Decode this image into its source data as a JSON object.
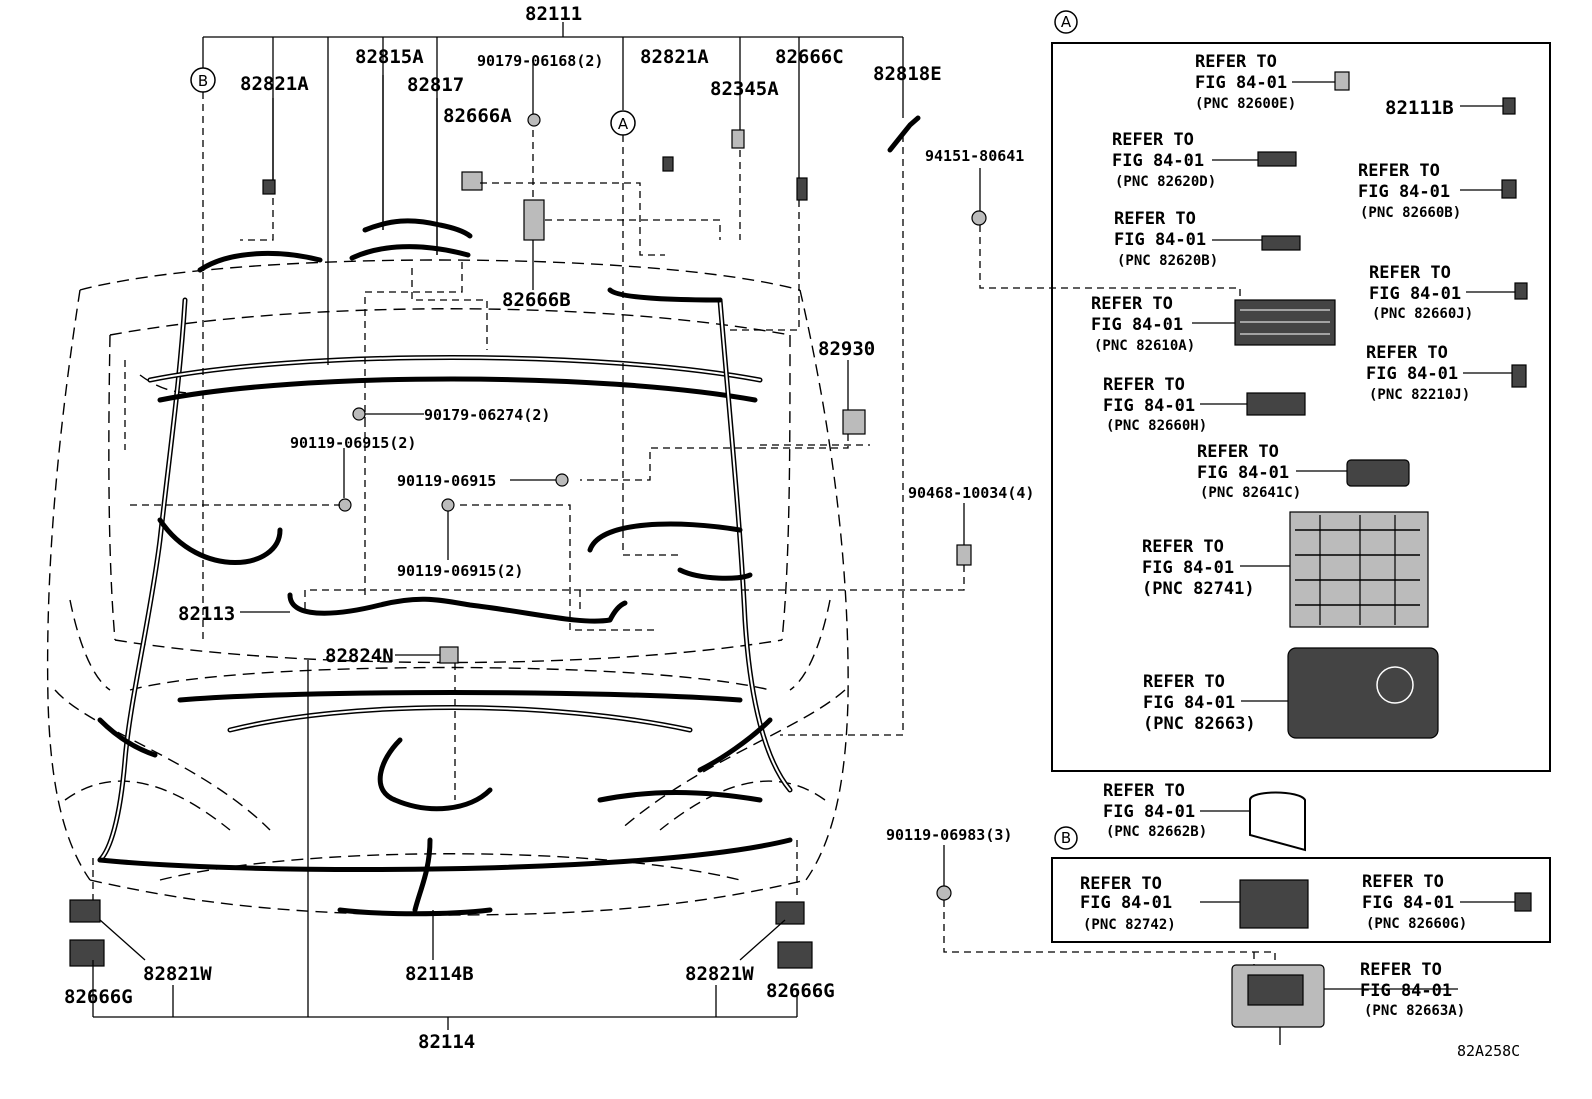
{
  "callouts": {
    "a": "A",
    "b": "B"
  },
  "labels": {
    "p82111": "82111",
    "p82821A_l": "82821A",
    "p82815A": "82815A",
    "p82817": "82817",
    "p90179_06168": "90179-06168(2)",
    "p82666A": "82666A",
    "p82821A_r": "82821A",
    "p82345A": "82345A",
    "p82666C": "82666C",
    "p82818E": "82818E",
    "p82666B": "82666B",
    "p94151_80641": "94151-80641",
    "p82930": "82930",
    "p90179_06274": "90179-06274(2)",
    "p90119_06915_2a": "90119-06915(2)",
    "p90119_06915": "90119-06915",
    "p90468_10034": "90468-10034(4)",
    "p90119_06915_2b": "90119-06915(2)",
    "p82113": "82113",
    "p82824N": "82824N",
    "p90119_06983": "90119-06983(3)",
    "p82821W_l": "82821W",
    "p82821W_r": "82821W",
    "p82666G_l": "82666G",
    "p82666G_r": "82666G",
    "p82114B": "82114B",
    "p82114": "82114",
    "p82111B": "82111B",
    "figure_code": "82A258C"
  },
  "refer": {
    "line1": "REFER TO",
    "line2": "FIG 84-01",
    "pnc_82600E": "(PNC 82600E)",
    "pnc_82620D": "(PNC 82620D)",
    "pnc_82660B": "(PNC 82660B)",
    "pnc_82620B": "(PNC 82620B)",
    "pnc_82660J": "(PNC 82660J)",
    "pnc_82610A": "(PNC 82610A)",
    "pnc_82210J": "(PNC 82210J)",
    "pnc_82660H": "(PNC 82660H)",
    "pnc_82641C": "(PNC 82641C)",
    "pnc_82741": "(PNC 82741)",
    "pnc_82663": "(PNC 82663)",
    "pnc_82662B": "(PNC 82662B)",
    "pnc_82742": "(PNC 82742)",
    "pnc_82660G": "(PNC 82660G)",
    "pnc_82663A": "(PNC 82663A)"
  }
}
